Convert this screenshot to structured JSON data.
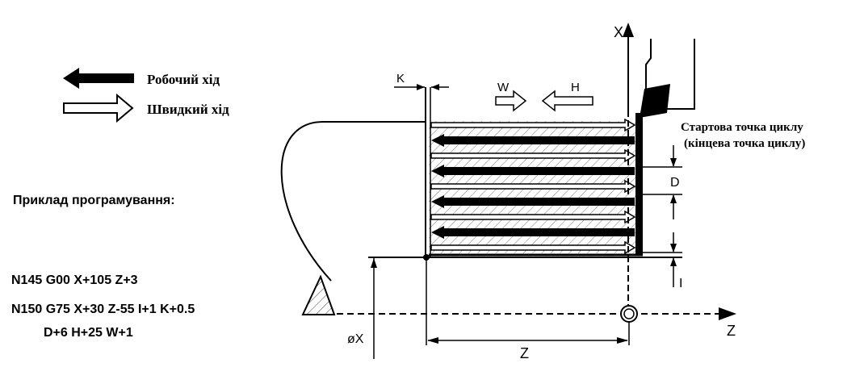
{
  "legend": {
    "working_stroke_label": "Робочий хід",
    "rapid_stroke_label": "Швидкий хід"
  },
  "example": {
    "heading": "Приклад програмування:",
    "lines": [
      "N145 G00 X+105 Z+3",
      "N150 G75 X+30 Z-55 I+1 K+0.5",
      "D+6 H+25 W+1"
    ]
  },
  "labels": {
    "axis_x": "X",
    "axis_z": "Z",
    "param_k": "K",
    "param_w": "W",
    "param_h": "H",
    "param_d": "D",
    "param_i": "I",
    "dim_z": "Z",
    "dim_diameter_x": "øX",
    "start_point_line1": "Стартова точка циклу",
    "start_point_line2": "(кінцева точка циклу)"
  },
  "passes": {
    "count": 5
  }
}
